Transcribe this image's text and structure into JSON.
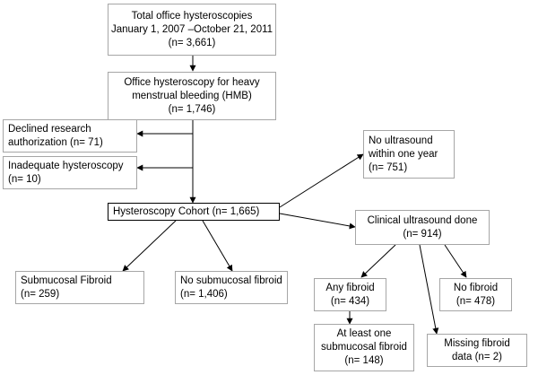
{
  "nodes": {
    "total": [
      "Total office hysteroscopies",
      "January 1, 2007 –October 21, 2011",
      "(n= 3,661)"
    ],
    "hmb": [
      "Office hysteroscopy for heavy",
      "menstrual bleeding (HMB)",
      "(n= 1,746)"
    ],
    "declined": [
      "Declined research",
      "authorization (n= 71)"
    ],
    "inadequate": [
      "Inadequate hysteroscopy",
      "(n= 10)"
    ],
    "cohort": [
      "Hysteroscopy Cohort (n= 1,665)"
    ],
    "no_ultrasound": [
      "No ultrasound",
      "within one year",
      "(n= 751)"
    ],
    "ultrasound_done": [
      "Clinical ultrasound done",
      "(n= 914)"
    ],
    "submucosal": [
      "Submucosal Fibroid",
      "(n= 259)"
    ],
    "no_submucosal": [
      "No submucosal fibroid",
      "(n= 1,406)"
    ],
    "any_fibroid": [
      "Any fibroid",
      "(n= 434)"
    ],
    "no_fibroid": [
      "No fibroid",
      "(n= 478)"
    ],
    "at_least_one": [
      "At least one",
      "submucosal fibroid",
      "(n= 148)"
    ],
    "missing": [
      "Missing fibroid",
      "data (n= 2)"
    ]
  },
  "colors": {
    "box_border": "#a6a6a6",
    "cohort_border": "#000000",
    "arrow": "#000000"
  }
}
